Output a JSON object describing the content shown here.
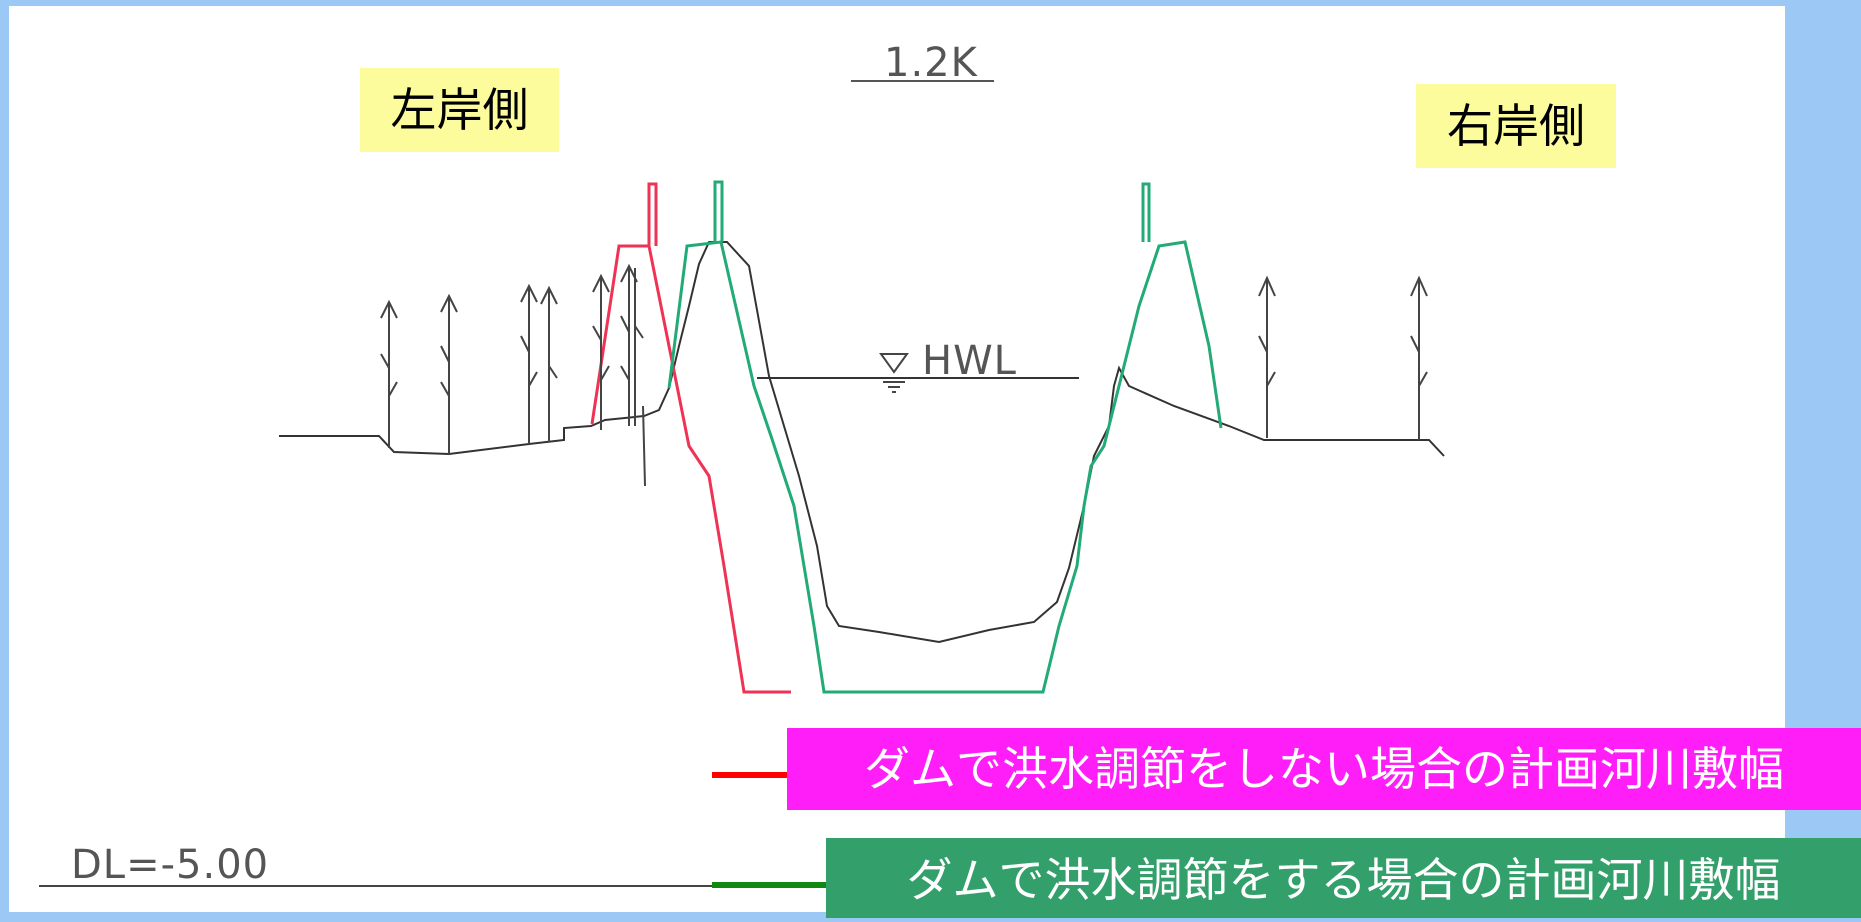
{
  "section_label": "1.2K",
  "hwl_label": "HWL",
  "datum_label": "DL=-5.00",
  "left_bank_label": "左岸側",
  "right_bank_label": "右岸側",
  "legend": {
    "without_dam": {
      "label": "ダムで洪水調節をしない場合の計画河川敷幅",
      "color": "#ff0000",
      "box_color": "#ff1ef7"
    },
    "with_dam": {
      "label": "ダムで洪水調節をする場合の計画河川敷幅",
      "color": "#118811",
      "box_color": "#33a06c"
    }
  }
}
